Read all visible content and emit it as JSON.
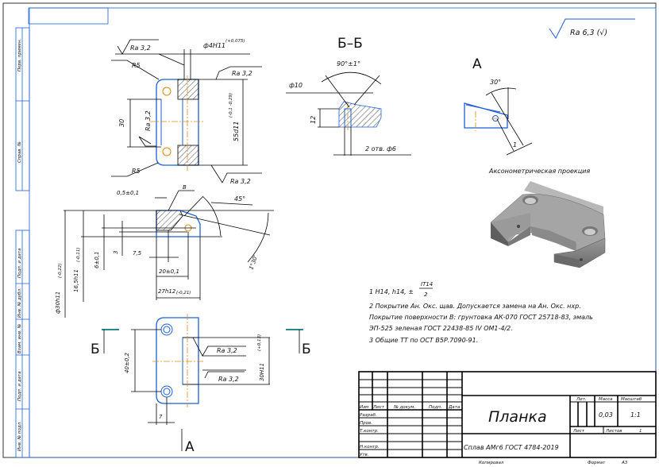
{
  "drawing": {
    "roughness_general": "Ra 6,3 (√)",
    "section_label": "Б–Б",
    "view_a_label": "А",
    "axonometric_label": "Аксонометрическая проекция",
    "section_mark": "Б",
    "view_mark": "А",
    "surface_mark": "В"
  },
  "dimensions": {
    "ra32": "Ra 3,2",
    "r5": "R5",
    "phi4": "ф4H11",
    "phi4_tol": "(+0,075)",
    "d30": "30",
    "d55": "55d11",
    "d55_tol": "(-0,1 -0,29)",
    "d05": "0,5±0,1",
    "a45": "45°",
    "a1_30": "1°30'",
    "d75": "7,5",
    "d3": "3",
    "d6": "6±0,1",
    "d20": "20±0,1",
    "d27": "27h12",
    "d27_tol": "(-0,21)",
    "d165": "16,5h11",
    "d165_tol": "(-0,11)",
    "d30h11": "ф30h11",
    "d30h11_tol": "(-0,22)",
    "d40": "40±0,2",
    "d30H11": "30H11",
    "d30H11_tol": "(+0,13)",
    "d7": "7",
    "a90": "90°±1°",
    "phi10": "ф10",
    "d12": "12",
    "holes": "2 отв. ф6",
    "a30": "30°",
    "d1": "1"
  },
  "notes": {
    "n1_a": "1 H14, h14, ±",
    "n1_num": "IT14",
    "n1_den": "2",
    "n2_l1": "2 Покрытие Ан. Окс. щав. Допускается замена на Ан. Окс. нхр.",
    "n2_l2": "Покрытие поверхности В: грунтовка АК-070 ГОСТ 25718-83, эмаль",
    "n2_l3": "ЭП-525 зеленая ГОСТ 22438-85 IV ОМ1-4/2.",
    "n3": "3 Общие ТТ по ОСТ В5Р.7090-91."
  },
  "side_strip": [
    "Перв. примен.",
    "Справ. №",
    "Подп. и дата",
    "Инв. № дубл.",
    "Взам. инв. №",
    "Подп. и дата",
    "Инв. № подл."
  ],
  "title_block": {
    "headers": [
      "Изм",
      "Лист",
      "№ докум.",
      "Подп.",
      "Дата"
    ],
    "roles": [
      "Разраб.",
      "Пров.",
      "Т.контр.",
      "Н.контр.",
      "Утв."
    ],
    "title": "Планка",
    "material": "Сплав АМг6 ГОСТ 4784-2019",
    "lit_label": "Лит.",
    "mass_label": "Масса",
    "scale_label": "Масштаб",
    "mass": "0,03",
    "scale": "1:1",
    "sheet_label": "Лист",
    "sheets_label": "Листов",
    "sheets": "1",
    "copied": "Копировал",
    "format_label": "Формат",
    "format": "A3"
  },
  "colors": {
    "outline": "#1f5fd6",
    "centerline": "#e08a10",
    "section": "#2a8a8a"
  }
}
